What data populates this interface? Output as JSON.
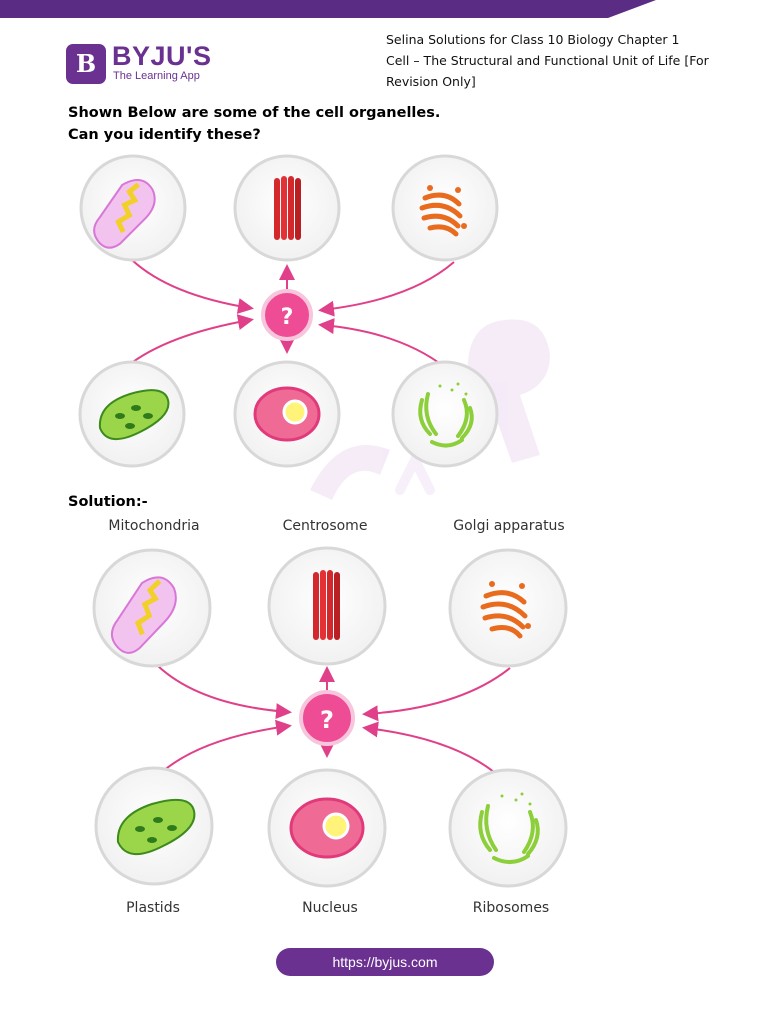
{
  "brand": {
    "badge_letter": "B",
    "name": "BYJU'S",
    "tagline": "The Learning App",
    "color": "#6a3191"
  },
  "header": {
    "line1": "Selina Solutions for Class 10 Biology Chapter 1",
    "line2": "Cell – The Structural and Functional Unit of Life [For",
    "line3": "Revision Only]"
  },
  "question": {
    "line1": "Shown Below are some of the cell organelles.",
    "line2": "Can you identify these?"
  },
  "center_symbol": "?",
  "solution_heading": "Solution:-",
  "solution_labels": {
    "mitochondria": "Mitochondria",
    "centrosome": "Centrosome",
    "golgi": "Golgi apparatus",
    "plastids": "Plastids",
    "nucleus": "Nucleus",
    "ribosomes": "Ribosomes"
  },
  "footer": {
    "url": "https://byjus.com"
  },
  "colors": {
    "brand_purple": "#6a3191",
    "arrow_pink": "#e0408a",
    "center_pink": "#ee4d95",
    "circle_border": "#dcdcdc"
  }
}
